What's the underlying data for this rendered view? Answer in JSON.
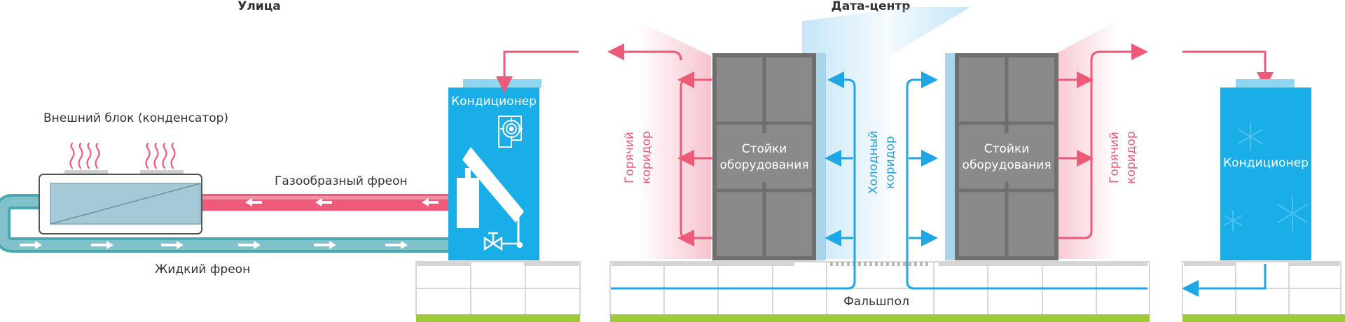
{
  "headers": {
    "street": "Улица",
    "datacenter": "Дата-центр"
  },
  "labels": {
    "outdoor_unit": "Внешний блок (конденсатор)",
    "gas_freon": "Газообразный фреон",
    "liquid_freon": "Жидкий фреон",
    "ac_left": "Кондиционер",
    "ac_right": "Кондиционер",
    "hot_corridor_line1": "Горячий",
    "hot_corridor_line2": "коридор",
    "cold_corridor_line1": "Холодный",
    "cold_corridor_line2": "коридор",
    "racks_line1": "Стойки",
    "racks_line2": "оборудования",
    "raised_floor": "Фальшпол"
  },
  "colors": {
    "hot": "#ee5a78",
    "cold": "#1ea6e6",
    "ac_fill": "#1aaee8",
    "pipe_teal": "#4aa8b3",
    "rack": "#7f7f7f",
    "floor_green": "#9fcb3b"
  },
  "icons": [
    "heat-waves-icon",
    "fan-icon",
    "valve-icon",
    "snowflake-icon"
  ]
}
